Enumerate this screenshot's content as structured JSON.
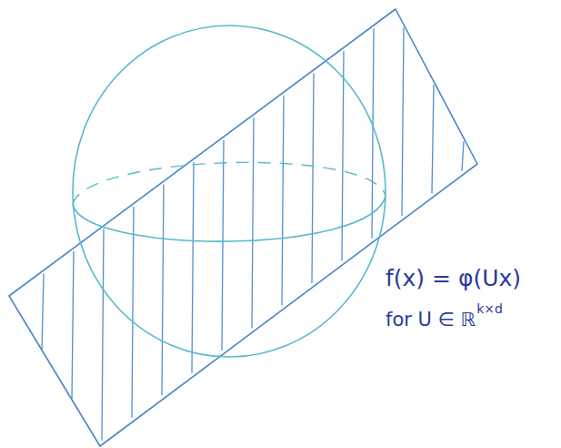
{
  "diagram": {
    "labels": [
      "f(x) = φ(Ux)",
      "for U ∈ ℝ",
      "k×d"
    ]
  }
}
